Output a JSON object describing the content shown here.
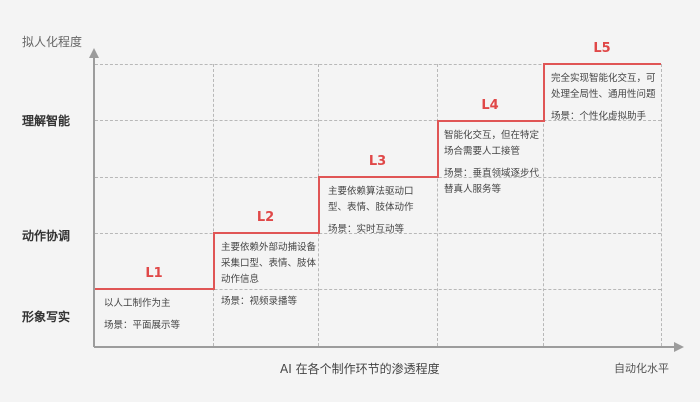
{
  "chart_data": {
    "type": "diagram",
    "title": "",
    "ylabel": "拟人化程度",
    "xlabel": "AI 在各个制作环节的渗透程度",
    "x_end_label": "自动化水平",
    "y_levels": [
      "形象写实",
      "动作协调",
      "理解智能"
    ],
    "steps": [
      {
        "level": "L1",
        "desc": "以人工制作为主",
        "scene": "场景：平面展示等"
      },
      {
        "level": "L2",
        "desc": "主要依赖外部动捕设备采集口型、表情、肢体动作信息",
        "scene": "场景：视频录播等"
      },
      {
        "level": "L3",
        "desc": "主要依赖算法驱动口型、表情、肢体动作",
        "scene": "场景：实时互动等"
      },
      {
        "level": "L4",
        "desc": "智能化交互，但在特定场合需要人工接管",
        "scene": "场景：垂直领域逐步代替真人服务等"
      },
      {
        "level": "L5",
        "desc": "完全实现智能化交互，可处理全局性、通用性问题",
        "scene": "场景：个性化虚拟助手"
      }
    ],
    "accent_color": "#e05555"
  },
  "axis": {
    "y_title": "拟人化程度",
    "y_labels": {
      "top": "理解智能",
      "mid": "动作协调",
      "bottom": "形象写实"
    },
    "x_title": "AI 在各个制作环节的渗透程度",
    "x_end": "自动化水平"
  },
  "levels": [
    {
      "label": "L1",
      "desc": "以人工制作为主",
      "scene": "场景：平面展示等"
    },
    {
      "label": "L2",
      "desc": "主要依赖外部动捕设备采集口型、表情、肢体动作信息",
      "scene": "场景：视频录播等"
    },
    {
      "label": "L3",
      "desc": "主要依赖算法驱动口型、表情、肢体动作",
      "scene": "场景：实时互动等"
    },
    {
      "label": "L4",
      "desc": "智能化交互，但在特定场合需要人工接管",
      "scene": "场景：垂直领域逐步代替真人服务等"
    },
    {
      "label": "L5",
      "desc": "完全实现智能化交互，可处理全局性、通用性问题",
      "scene": "场景：个性化虚拟助手"
    }
  ]
}
